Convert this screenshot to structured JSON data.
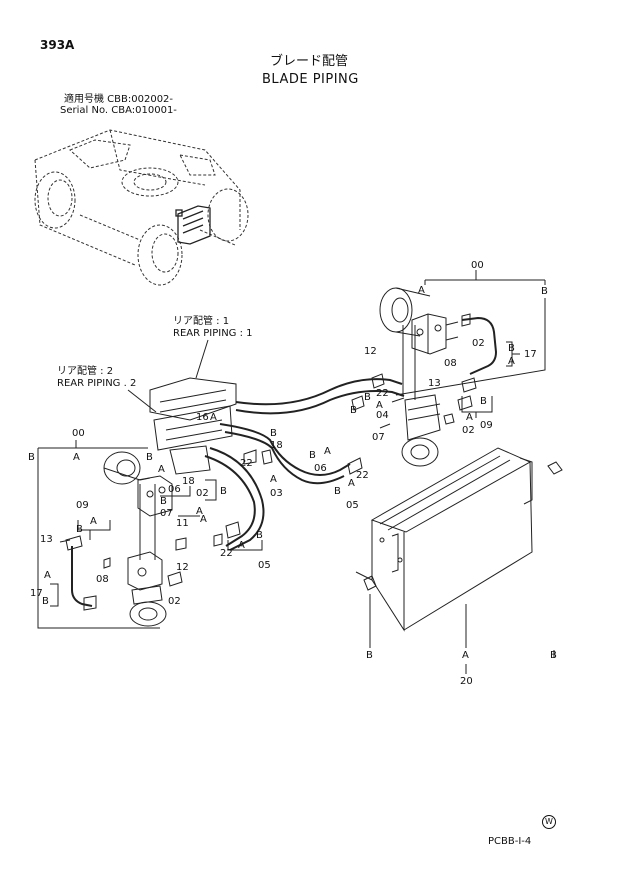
{
  "header": {
    "page_number": "393A",
    "title_jp": "ブレード配管",
    "title_en": "BLADE PIPING",
    "serial_line_1": "適用号機  CBB:002002-",
    "serial_line_2": "Serial No. CBA:010001-"
  },
  "labels": {
    "rear_piping_1_jp": "リア配管 : 1",
    "rear_piping_1_en": "REAR PIPING : 1",
    "rear_piping_2_jp": "リア配管 : 2",
    "rear_piping_2_en": "REAR PIPING . 2",
    "c00_right": "00",
    "c00_left": "00",
    "c20": "20",
    "A": "A",
    "B": "B",
    "p02": "02",
    "p03": "03",
    "p04": "04",
    "p05": "05",
    "p06": "06",
    "p07": "07",
    "p08": "08",
    "p09": "09",
    "p11": "11",
    "p12": "12",
    "p13": "13",
    "p16": "16",
    "p17": "17",
    "p18": "18",
    "p22": "22"
  },
  "footer": {
    "code": "PCBB-I-4",
    "watermark": "W"
  },
  "icons": [
    "machine-outline-icon",
    "cylinder-icon",
    "hose-icon",
    "fitting-icon",
    "valve-block-icon",
    "bracket-plate-icon"
  ]
}
